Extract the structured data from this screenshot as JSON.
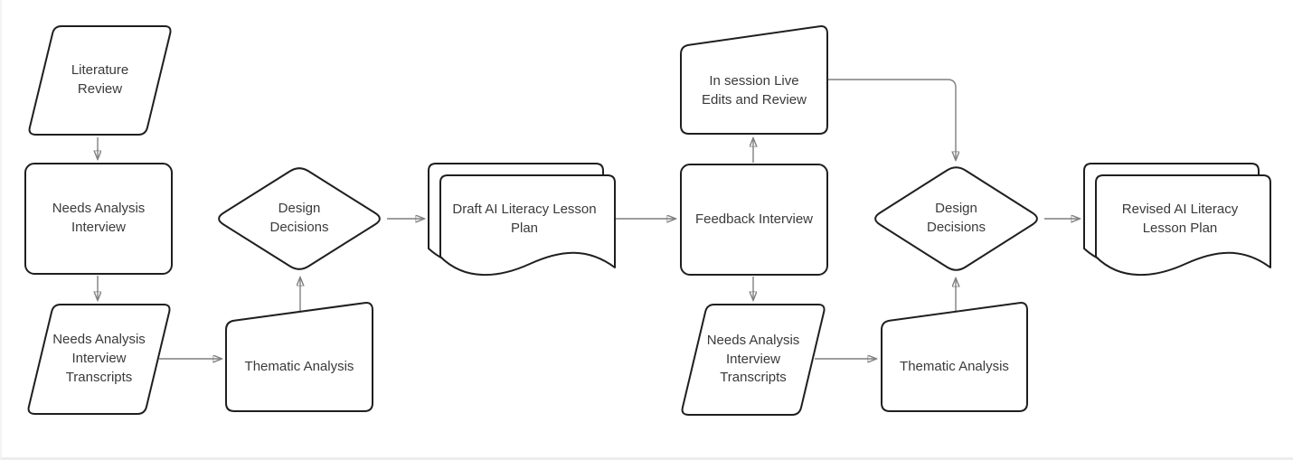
{
  "diagram": {
    "title": "AI Literacy Lesson Plan design process flowchart",
    "nodes": [
      {
        "id": "literature-review",
        "shape": "parallelogram",
        "label": "Literature Review"
      },
      {
        "id": "needs-analysis-interview",
        "shape": "rounded-rectangle",
        "label": "Needs Analysis Interview"
      },
      {
        "id": "needs-analysis-interview-transcripts-1",
        "shape": "parallelogram",
        "label": "Needs Analysis Interview Transcripts"
      },
      {
        "id": "thematic-analysis-1",
        "shape": "manual-operation-card",
        "label": "Thematic Analysis"
      },
      {
        "id": "design-decisions-1",
        "shape": "diamond",
        "label": "Design Decisions"
      },
      {
        "id": "draft-ai-literacy-lesson-plan",
        "shape": "multi-document",
        "label": "Draft AI Literacy Lesson Plan"
      },
      {
        "id": "feedback-interview",
        "shape": "rounded-rectangle",
        "label": "Feedback Interview"
      },
      {
        "id": "in-session-live-edits-and-review",
        "shape": "manual-operation-card",
        "label": "In session Live Edits and Review"
      },
      {
        "id": "needs-analysis-interview-transcripts-2",
        "shape": "parallelogram",
        "label": "Needs Analysis Interview Transcripts"
      },
      {
        "id": "thematic-analysis-2",
        "shape": "manual-operation-card",
        "label": "Thematic Analysis"
      },
      {
        "id": "design-decisions-2",
        "shape": "diamond",
        "label": "Design Decisions"
      },
      {
        "id": "revised-ai-literacy-lesson-plan",
        "shape": "multi-document",
        "label": "Revised AI Literacy Lesson Plan"
      }
    ],
    "edges": [
      {
        "from": "literature-review",
        "to": "needs-analysis-interview"
      },
      {
        "from": "needs-analysis-interview",
        "to": "needs-analysis-interview-transcripts-1"
      },
      {
        "from": "needs-analysis-interview-transcripts-1",
        "to": "thematic-analysis-1"
      },
      {
        "from": "thematic-analysis-1",
        "to": "design-decisions-1"
      },
      {
        "from": "design-decisions-1",
        "to": "draft-ai-literacy-lesson-plan"
      },
      {
        "from": "draft-ai-literacy-lesson-plan",
        "to": "feedback-interview"
      },
      {
        "from": "feedback-interview",
        "to": "in-session-live-edits-and-review"
      },
      {
        "from": "in-session-live-edits-and-review",
        "to": "design-decisions-2"
      },
      {
        "from": "feedback-interview",
        "to": "needs-analysis-interview-transcripts-2"
      },
      {
        "from": "needs-analysis-interview-transcripts-2",
        "to": "thematic-analysis-2"
      },
      {
        "from": "thematic-analysis-2",
        "to": "design-decisions-2"
      },
      {
        "from": "design-decisions-2",
        "to": "revised-ai-literacy-lesson-plan"
      }
    ],
    "style": {
      "background": "#ffffff",
      "node_fill": "#ffffff",
      "node_stroke": "#1f1f1f",
      "label_color": "#3a3a3a",
      "edge_line_color": "#7f7f7f",
      "arrowhead_color": "#2e2e2e"
    }
  }
}
